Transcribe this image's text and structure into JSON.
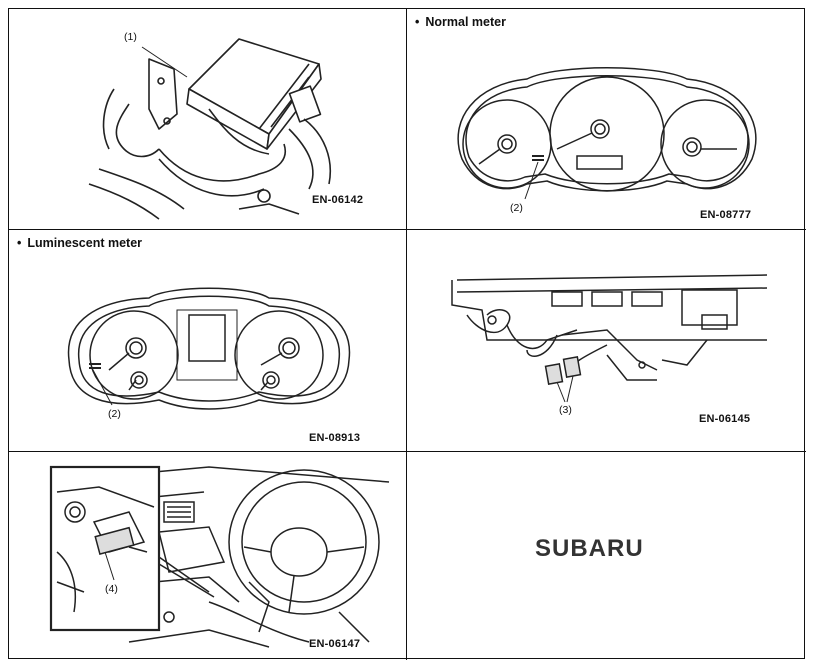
{
  "panels": [
    {
      "id": "ecm",
      "heading": "",
      "code": "EN-06142",
      "callouts": [
        "(1)"
      ]
    },
    {
      "id": "normal-meter",
      "heading": "Normal meter",
      "code": "EN-08777",
      "callouts": [
        "(2)"
      ]
    },
    {
      "id": "luminescent-meter",
      "heading": "Luminescent meter",
      "code": "EN-08913",
      "callouts": [
        "(2)"
      ]
    },
    {
      "id": "harness-connector",
      "heading": "",
      "code": "EN-06145",
      "callouts": [
        "(3)"
      ]
    },
    {
      "id": "data-link-connector",
      "heading": "",
      "code": "EN-06147",
      "callouts": [
        "(4)"
      ]
    },
    {
      "id": "logo",
      "heading": "",
      "code": "",
      "callouts": [],
      "logo_text": "SUBARU"
    }
  ],
  "bullet_glyph": "•"
}
